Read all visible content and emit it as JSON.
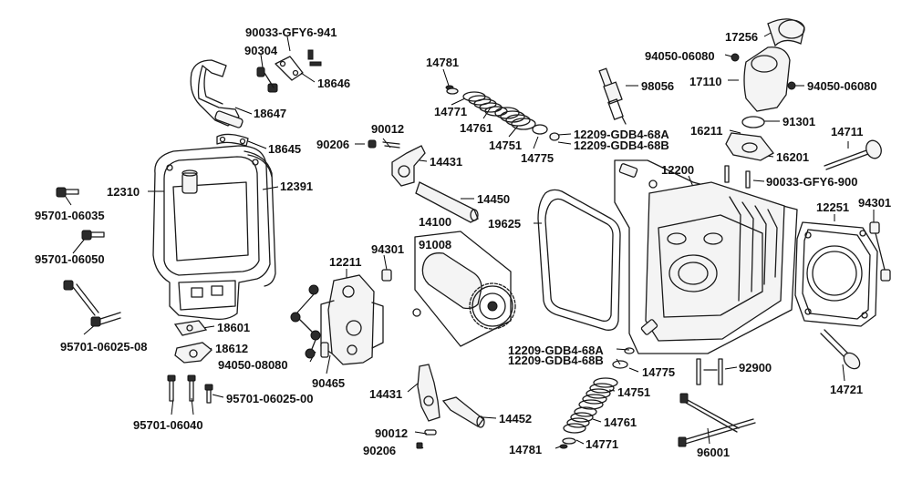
{
  "labels": {
    "l90033_941": "90033-GFY6-941",
    "l90304": "90304",
    "l18646": "18646",
    "l18647": "18647",
    "l18645": "18645",
    "l12310": "12310",
    "l12391": "12391",
    "l95701_06035": "95701-06035",
    "l95701_06050": "95701-06050",
    "l95701_06025_08": "95701-06025-08",
    "l18601": "18601",
    "l18612": "18612",
    "l95701_06040": "95701-06040",
    "l95701_06025_00": "95701-06025-00",
    "l12211": "12211",
    "l94301a": "94301",
    "l94050_08080": "94050-08080",
    "l90465": "90465",
    "l90012a": "90012",
    "l90206a": "90206",
    "l14431a": "14431",
    "l14450": "14450",
    "l14100": "14100",
    "l91008": "91008",
    "l14781a": "14781",
    "l14771a": "14771",
    "l14761a": "14761",
    "l14751a": "14751",
    "l14775a": "14775",
    "l12209_68A_top": "12209-GDB4-68A",
    "l12209_68B_top": "12209-GDB4-68B",
    "l98056": "98056",
    "l19625": "19625",
    "l14431b": "14431",
    "l90012b": "90012",
    "l90206b": "90206",
    "l14452": "14452",
    "l12209_68A_bot": "12209-GDB4-68A",
    "l12209_68B_bot": "12209-GDB4-68B",
    "l14775b": "14775",
    "l14751b": "14751",
    "l14761b": "14761",
    "l14781b": "14781",
    "l14771b": "14771",
    "l17256": "17256",
    "l94050_06080a": "94050-06080",
    "l17110": "17110",
    "l94050_06080b": "94050-06080",
    "l91301": "91301",
    "l16211": "16211",
    "l16201": "16201",
    "l14711": "14711",
    "l12200": "12200",
    "l90033_900": "90033-GFY6-900",
    "l12251": "12251",
    "l94301b": "94301",
    "l92900": "92900",
    "l14721": "14721",
    "l96001": "96001"
  }
}
